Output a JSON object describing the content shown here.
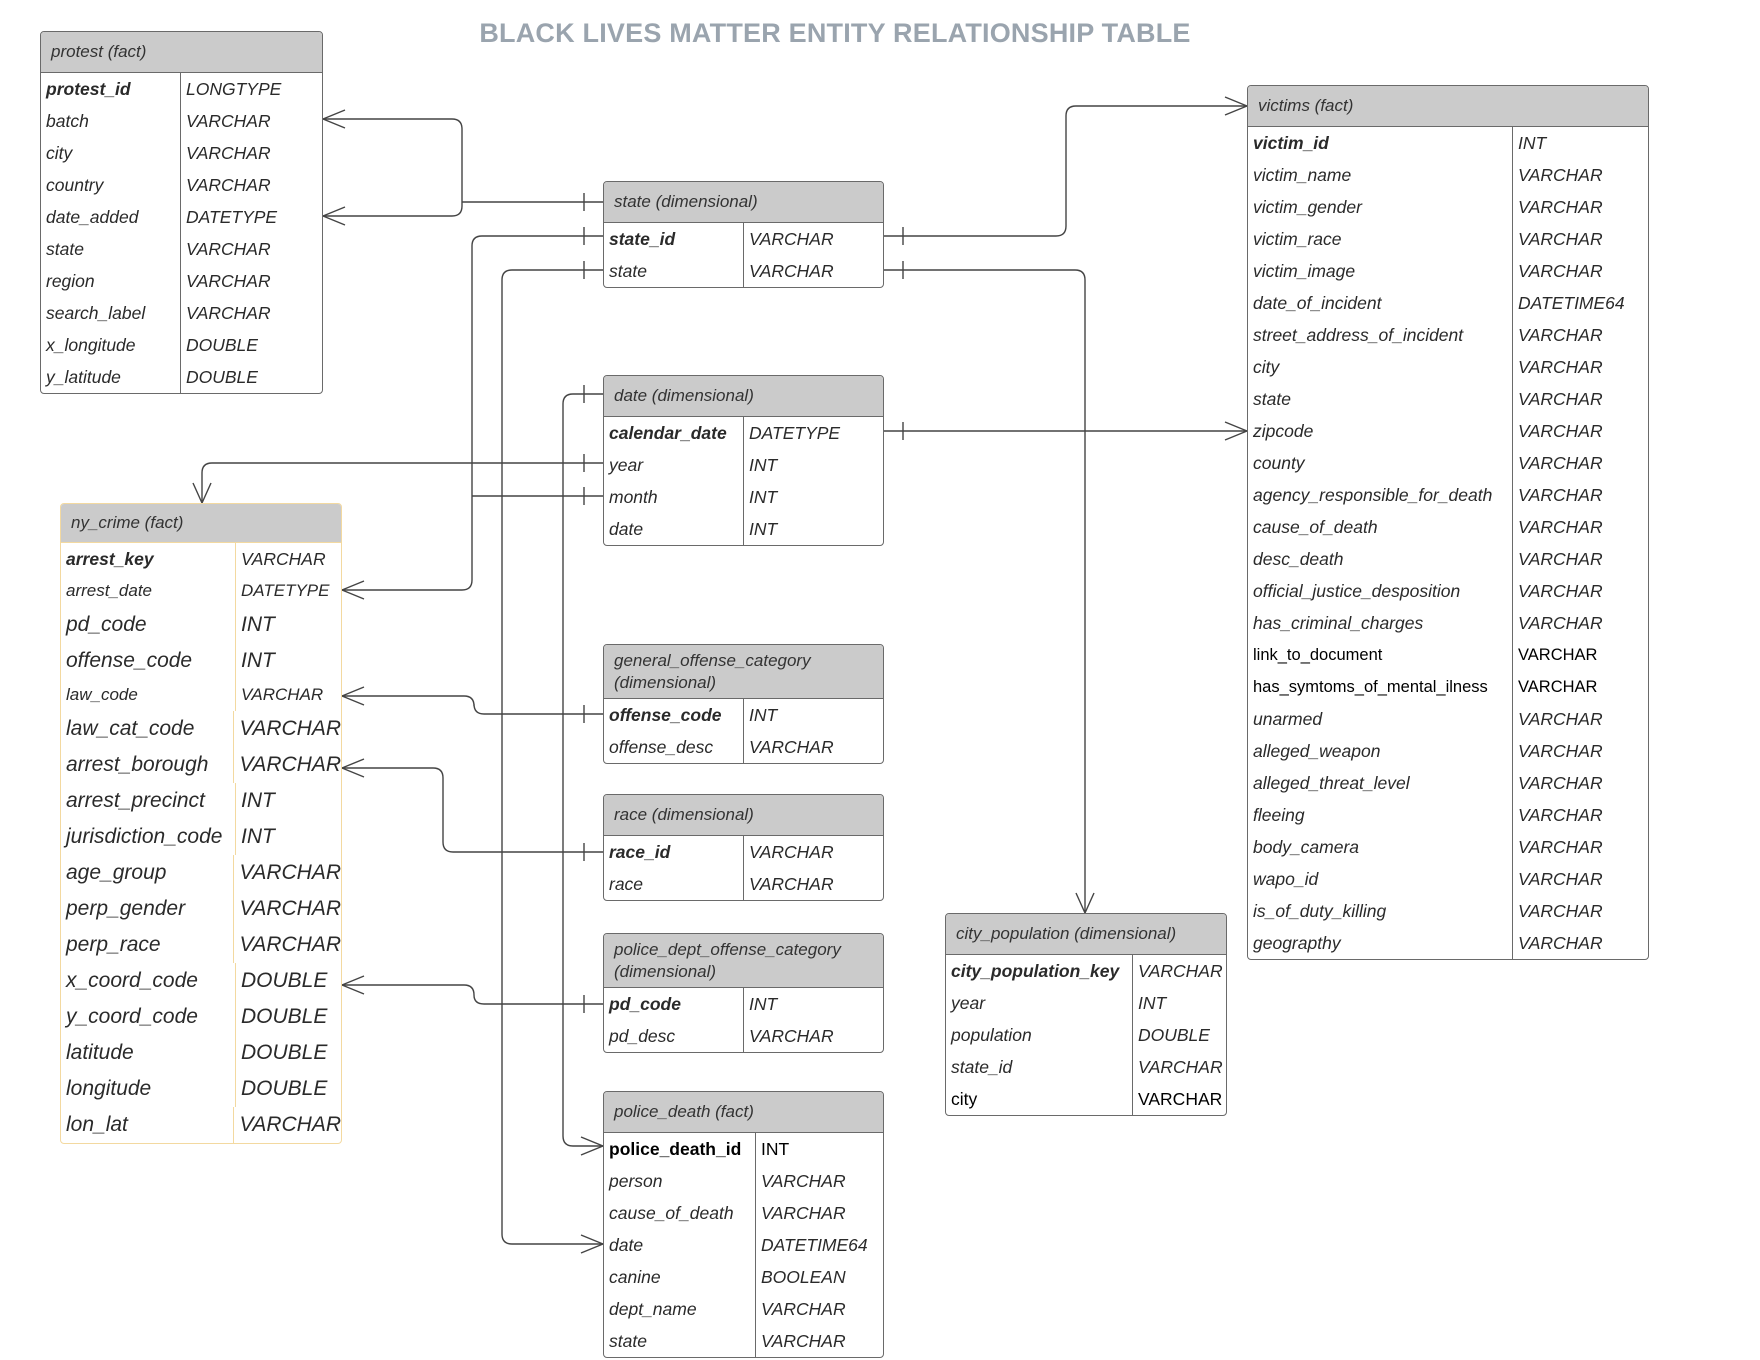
{
  "title": "BLACK LIVES MATTER ENTITY RELATIONSHIP TABLE",
  "tables": {
    "protest": {
      "name": "protest (fact)",
      "rows": [
        {
          "field": "protest_id",
          "type": "LONGTYPE"
        },
        {
          "field": "batch",
          "type": "VARCHAR"
        },
        {
          "field": "city",
          "type": "VARCHAR"
        },
        {
          "field": "country",
          "type": "VARCHAR"
        },
        {
          "field": "date_added",
          "type": "DATETYPE"
        },
        {
          "field": "state",
          "type": "VARCHAR"
        },
        {
          "field": "region",
          "type": "VARCHAR"
        },
        {
          "field": "search_label",
          "type": "VARCHAR"
        },
        {
          "field": "x_longitude",
          "type": "DOUBLE"
        },
        {
          "field": "y_latitude",
          "type": "DOUBLE"
        }
      ]
    },
    "state": {
      "name": "state (dimensional)",
      "rows": [
        {
          "field": "state_id",
          "type": "VARCHAR"
        },
        {
          "field": "state",
          "type": "VARCHAR"
        }
      ]
    },
    "date": {
      "name": "date  (dimensional)",
      "rows": [
        {
          "field": "calendar_date",
          "type": "DATETYPE"
        },
        {
          "field": "year",
          "type": "INT"
        },
        {
          "field": "month",
          "type": "INT"
        },
        {
          "field": "date",
          "type": "INT"
        }
      ]
    },
    "general_offense": {
      "name_line1": "general_offense_category",
      "name_line2": "(dimensional)",
      "rows": [
        {
          "field": "offense_code",
          "type": "INT"
        },
        {
          "field": "offense_desc",
          "type": "VARCHAR"
        }
      ]
    },
    "race": {
      "name": "race (dimensional)",
      "rows": [
        {
          "field": "race_id",
          "type": "VARCHAR"
        },
        {
          "field": "race",
          "type": "VARCHAR"
        }
      ]
    },
    "police_dept_offense": {
      "name_line1": "police_dept_offense_category",
      "name_line2": "(dimensional)",
      "rows": [
        {
          "field": "pd_code",
          "type": "INT"
        },
        {
          "field": "pd_desc",
          "type": "VARCHAR"
        }
      ]
    },
    "police_death": {
      "name": "police_death  (fact)",
      "rows": [
        {
          "field": "police_death_id",
          "type": "INT"
        },
        {
          "field": "person",
          "type": "VARCHAR"
        },
        {
          "field": "cause_of_death",
          "type": "VARCHAR"
        },
        {
          "field": "date",
          "type": "DATETIME64"
        },
        {
          "field": "canine",
          "type": "BOOLEAN"
        },
        {
          "field": "dept_name",
          "type": "VARCHAR"
        },
        {
          "field": "state",
          "type": "VARCHAR"
        }
      ]
    },
    "ny_crime": {
      "name": "ny_crime  (fact)",
      "rows": [
        {
          "field": "arrest_key",
          "type": "VARCHAR"
        },
        {
          "field": "arrest_date",
          "type": "DATETYPE"
        },
        {
          "field": "pd_code",
          "type": "INT"
        },
        {
          "field": "offense_code",
          "type": "INT"
        },
        {
          "field": "law_code",
          "type": "VARCHAR"
        },
        {
          "field": "law_cat_code",
          "type": "VARCHAR"
        },
        {
          "field": "arrest_borough",
          "type": "VARCHAR"
        },
        {
          "field": "arrest_precinct",
          "type": "INT"
        },
        {
          "field": "jurisdiction_code",
          "type": "INT"
        },
        {
          "field": "age_group",
          "type": "VARCHAR"
        },
        {
          "field": "perp_gender",
          "type": "VARCHAR"
        },
        {
          "field": "perp_race",
          "type": "VARCHAR"
        },
        {
          "field": "x_coord_code",
          "type": "DOUBLE"
        },
        {
          "field": "y_coord_code",
          "type": "DOUBLE"
        },
        {
          "field": "latitude",
          "type": "DOUBLE"
        },
        {
          "field": "longitude",
          "type": "DOUBLE"
        },
        {
          "field": "lon_lat",
          "type": "VARCHAR"
        }
      ]
    },
    "city_population": {
      "name": "city_population (dimensional)",
      "rows": [
        {
          "field": "city_population_key",
          "type": "VARCHAR"
        },
        {
          "field": "year",
          "type": "INT"
        },
        {
          "field": "population",
          "type": "DOUBLE"
        },
        {
          "field": "state_id",
          "type": "VARCHAR"
        },
        {
          "field": "city",
          "type": "VARCHAR"
        }
      ]
    },
    "victims": {
      "name": "victims  (fact)",
      "rows": [
        {
          "field": "victim_id",
          "type": "INT"
        },
        {
          "field": "victim_name",
          "type": "VARCHAR"
        },
        {
          "field": "victim_gender",
          "type": "VARCHAR"
        },
        {
          "field": "victim_race",
          "type": "VARCHAR"
        },
        {
          "field": "victim_image",
          "type": "VARCHAR"
        },
        {
          "field": "date_of_incident",
          "type": "DATETIME64"
        },
        {
          "field": "street_address_of_incident",
          "type": "VARCHAR"
        },
        {
          "field": "city",
          "type": "VARCHAR"
        },
        {
          "field": "state",
          "type": "VARCHAR"
        },
        {
          "field": "zipcode",
          "type": "VARCHAR"
        },
        {
          "field": "county",
          "type": "VARCHAR"
        },
        {
          "field": "agency_responsible_for_death",
          "type": "VARCHAR"
        },
        {
          "field": "cause_of_death",
          "type": "VARCHAR"
        },
        {
          "field": "desc_death",
          "type": "VARCHAR"
        },
        {
          "field": "official_justice_desposition",
          "type": "VARCHAR"
        },
        {
          "field": "has_criminal_charges",
          "type": "VARCHAR"
        },
        {
          "field": "link_to_document",
          "type": "VARCHAR"
        },
        {
          "field": "has_symtoms_of_mental_ilness",
          "type": "VARCHAR"
        },
        {
          "field": "unarmed",
          "type": "VARCHAR"
        },
        {
          "field": "alleged_weapon",
          "type": "VARCHAR"
        },
        {
          "field": "alleged_threat_level",
          "type": "VARCHAR"
        },
        {
          "field": "fleeing",
          "type": "VARCHAR"
        },
        {
          "field": "body_camera",
          "type": "VARCHAR"
        },
        {
          "field": "wapo_id",
          "type": "VARCHAR"
        },
        {
          "field": "is_of_duty_killing",
          "type": "VARCHAR"
        },
        {
          "field": "geograpthy",
          "type": "VARCHAR"
        }
      ]
    }
  }
}
